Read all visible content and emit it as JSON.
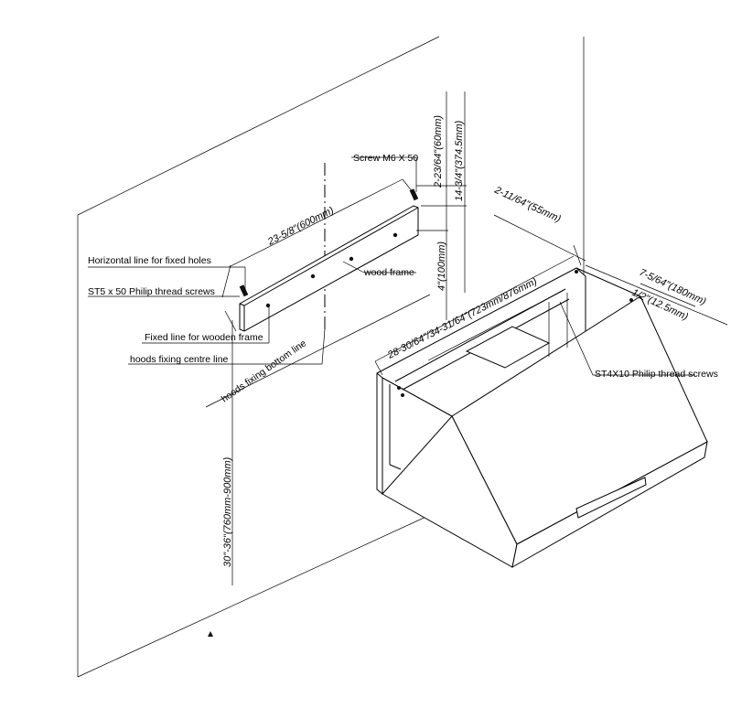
{
  "labels": {
    "screw_m6": "Screw M6 X 50",
    "horizontal_line": "Horizontal line for fixed holes",
    "st5_screws": "ST5 x 50 Philip thread screws",
    "wood_frame": "wood frame",
    "fixed_line": "Fixed line for wooden frame",
    "centre_line": "hoods fixing centre line",
    "bottom_line": "hoods fixing bottom line",
    "st4_screws": "ST4X10 Philip thread screws"
  },
  "dimensions": {
    "frame_width": "23-5/8\"(600mm)",
    "top_offset": "2-23/64\"(60mm)",
    "frame_height": "14-3/4\"(374.5mm)",
    "hood_top_to_frame": "4\"(100mm)",
    "hood_length": "28-30/64\"/34-31/64\"(723mm/876mm)",
    "hood_hole_offset": "2-11/64\"(55mm)",
    "hood_depth": "7-5/64\"(180mm)",
    "hood_edge_offset": "1/2\"(12.5mm)",
    "mount_height": "30\"-36\"(760mm-900mm)"
  },
  "colors": {
    "line": "#000000",
    "background": "#ffffff"
  }
}
